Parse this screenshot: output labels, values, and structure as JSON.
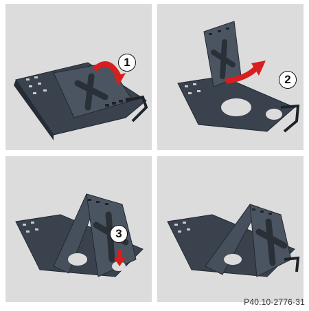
{
  "steps": [
    {
      "number": "1"
    },
    {
      "number": "2"
    },
    {
      "number": "3"
    }
  ],
  "figure_code": "P40.10-2776-31",
  "colors": {
    "panel_background": "#dcdcdc",
    "metal_dark": "#2f3540",
    "metal_mid": "#46505c",
    "metal_light": "#5f6a77",
    "arrow_red": "#d81e1e"
  }
}
